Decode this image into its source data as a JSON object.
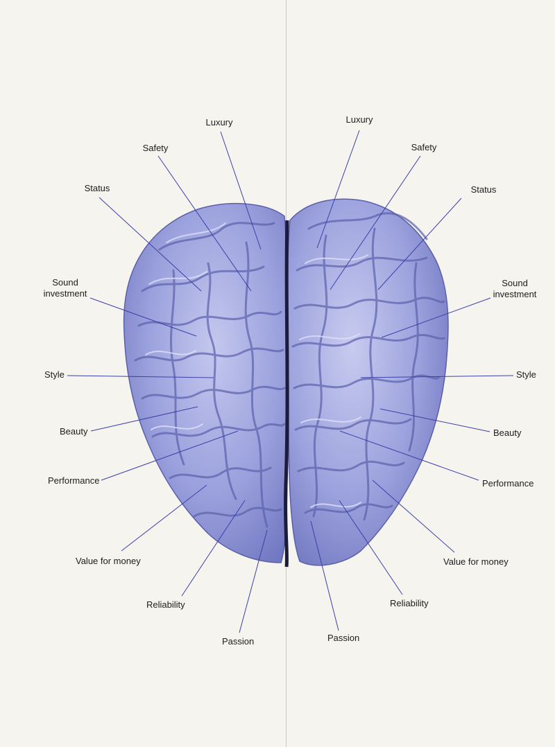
{
  "colors": {
    "page": "#f6f4ef",
    "brain_base": "#8f95d6",
    "brain_highlight": "#c9ccef",
    "brain_shadow": "#4c5297",
    "leader_line": "#3b3fa8",
    "label_text": "#1c1c1c"
  },
  "labels": {
    "left": [
      {
        "id": "luxury",
        "text": "Luxury"
      },
      {
        "id": "safety",
        "text": "Safety"
      },
      {
        "id": "status",
        "text": "Status"
      },
      {
        "id": "sound-investment",
        "text": "Sound\ninvestment"
      },
      {
        "id": "style",
        "text": "Style"
      },
      {
        "id": "beauty",
        "text": "Beauty"
      },
      {
        "id": "performance",
        "text": "Performance"
      },
      {
        "id": "value-for-money",
        "text": "Value for money"
      },
      {
        "id": "reliability",
        "text": "Reliability"
      },
      {
        "id": "passion",
        "text": "Passion"
      }
    ],
    "right": [
      {
        "id": "luxury",
        "text": "Luxury"
      },
      {
        "id": "safety",
        "text": "Safety"
      },
      {
        "id": "status",
        "text": "Status"
      },
      {
        "id": "sound-investment",
        "text": "Sound\ninvestment"
      },
      {
        "id": "style",
        "text": "Style"
      },
      {
        "id": "beauty",
        "text": "Beauty"
      },
      {
        "id": "performance",
        "text": "Performance"
      },
      {
        "id": "value-for-money",
        "text": "Value for money"
      },
      {
        "id": "reliability",
        "text": "Reliability"
      },
      {
        "id": "passion",
        "text": "Passion"
      }
    ]
  }
}
